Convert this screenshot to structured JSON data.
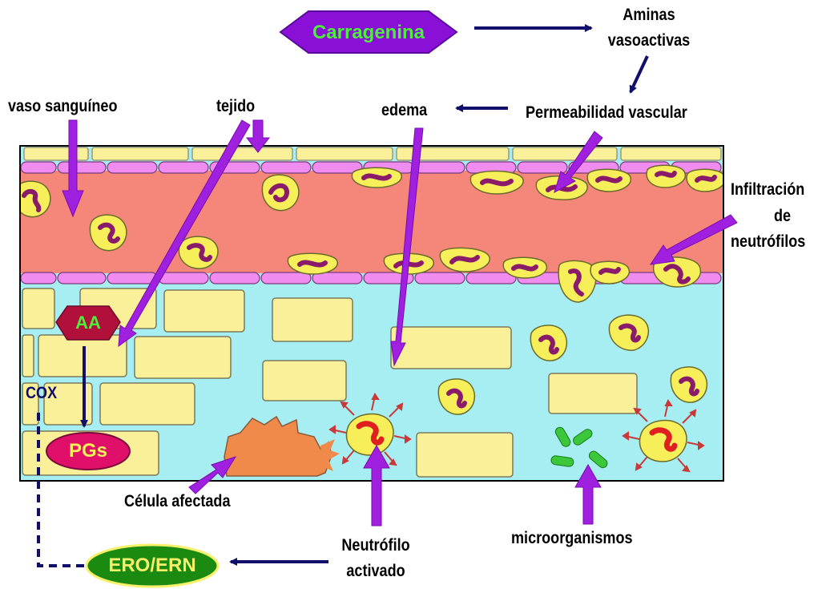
{
  "labels": {
    "carragenina": "Carragenina",
    "aminas_line1": "Aminas",
    "aminas_line2": "vasoactivas",
    "vaso": "vaso sanguíneo",
    "tejido": "tejido",
    "edema": "edema",
    "permeabilidad": "Permeabilidad vascular",
    "infiltracion_line1": "Infiltración",
    "infiltracion_line2": "de",
    "infiltracion_line3": "neutrófilos",
    "aa": "AA",
    "cox": "COX",
    "pgs": "PGs",
    "celula": "Célula afectada",
    "neutrofilo_line1": "Neutrófilo",
    "neutrofilo_line2": "activado",
    "microorganismos": "microorganismos",
    "ero": "ERO/ERN"
  },
  "colors": {
    "vessel": "#f4877a",
    "membrane": "#f08cf0",
    "tissue": "#a6eef2",
    "cell_block": "#faf09a",
    "neutrophil": "#f7ef5a",
    "nucleus": "#8a1a6a",
    "arrow_purple": "#a020e0",
    "arrow_navy": "#10106a",
    "carragenina_fill": "#8a10d8",
    "carragenina_text": "#4af03a",
    "aa_fill": "#b0103a",
    "pgs_fill": "#e0106a",
    "ero_fill": "#1a8a10",
    "ero_text": "#f7f06a",
    "bacteria": "#3ac83a",
    "affected_cell": "#f08a4a"
  }
}
